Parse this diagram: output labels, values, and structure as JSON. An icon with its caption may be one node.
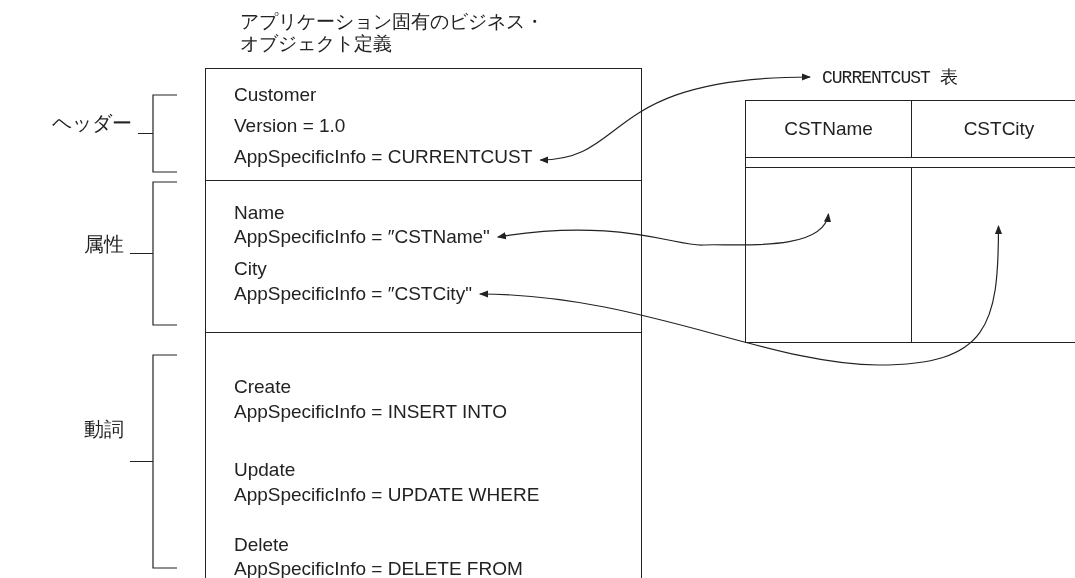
{
  "diagram": {
    "nodes": [
      {
        "text": [
          "アプリケーション固有のビジネス・オブジェクト定義"
        ]
      },
      {
        "text": [
          "Customer",
          "Version = 1.0",
          "AppSpecificInfo = CURRENTCUST"
        ],
        "in": 0
      },
      {
        "text": [
          "Name",
          "AppSpecificInfo = ″CSTName\""
        ],
        "in": 0
      },
      {
        "text": [
          "City",
          "AppSpecificInfo = ″CSTCity\""
        ],
        "in": 0
      },
      {
        "text": [
          "Create",
          "AppSpecificInfo = INSERT INTO"
        ],
        "in": 0
      },
      {
        "text": [
          "Update",
          "AppSpecificInfo = UPDATE WHERE"
        ],
        "in": 0
      },
      {
        "text": [
          "Delete",
          "AppSpecificInfo = DELETE FROM"
        ],
        "in": 0
      },
      {
        "text": [
          "CURRENTCUST 表"
        ]
      },
      {
        "text": [
          "CSTName"
        ],
        "in": 7
      },
      {
        "text": [
          "CSTCity"
        ],
        "in": 7
      },
      {
        "text": [],
        "shape": "box",
        "in": 7
      },
      {
        "text": [],
        "shape": "box",
        "in": 7
      }
    ],
    "edges": [
      {
        "from": 1,
        "to": 7,
        "arrow": "both"
      },
      {
        "from": 2,
        "to": 10,
        "arrow": "both"
      },
      {
        "from": 3,
        "to": 11,
        "arrow": "both"
      }
    ],
    "labels": [
      "ヘッダー",
      "属性",
      "動詞"
    ]
  }
}
